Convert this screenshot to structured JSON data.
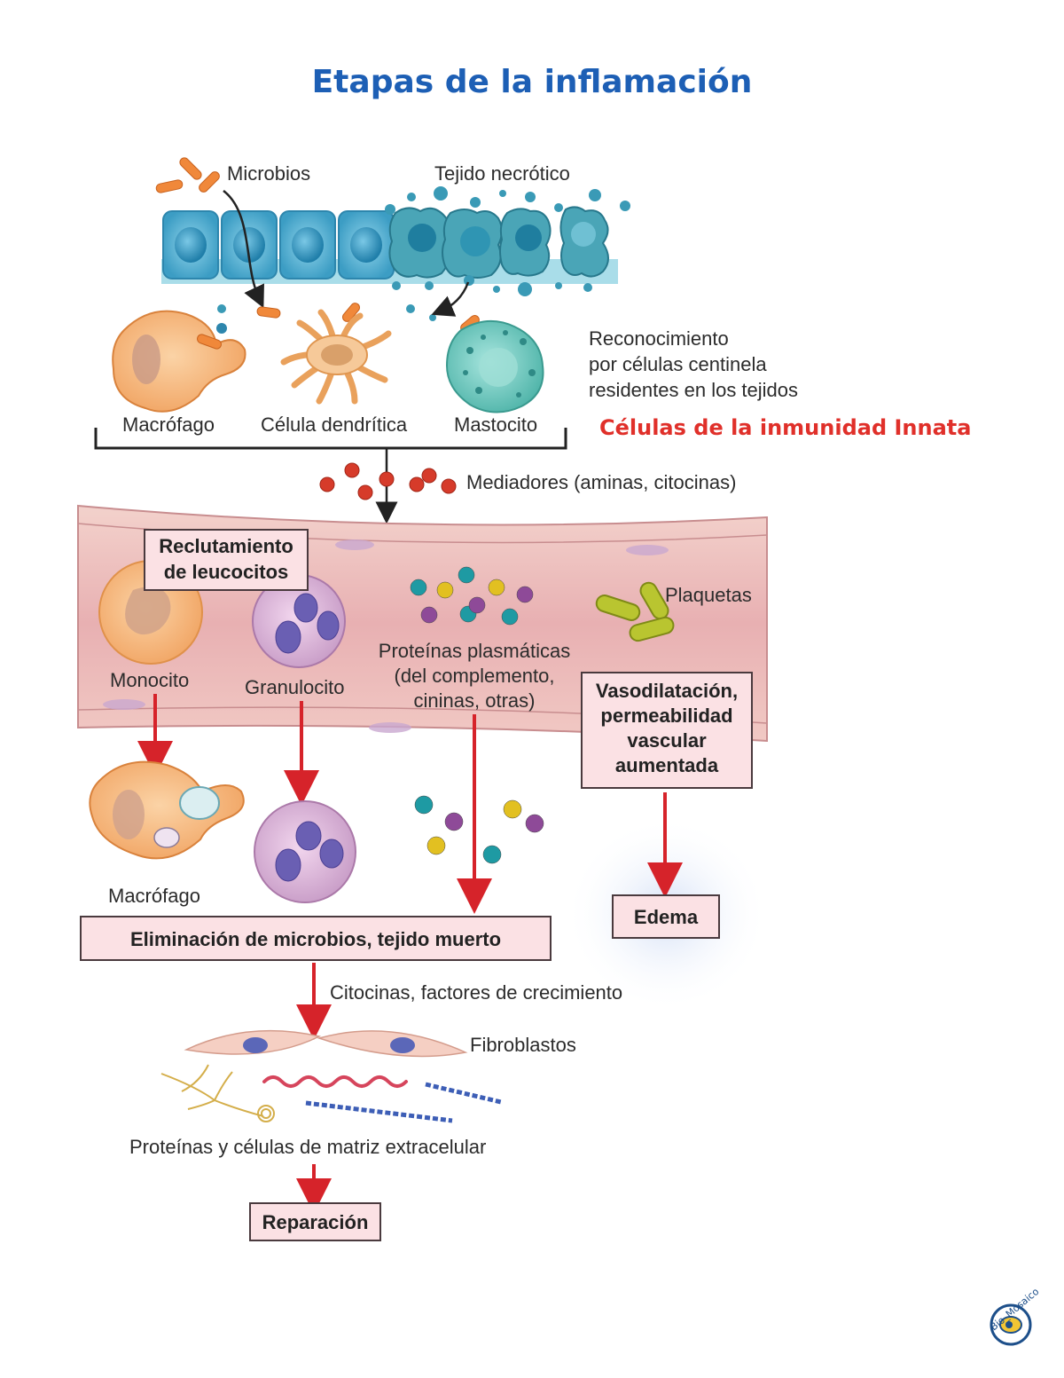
{
  "title": "Etapas de la inflamación",
  "labels": {
    "microbios": "Microbios",
    "tejido_necrotico": "Tejido necrótico",
    "macrofago": "Macrófago",
    "celula_dendritica": "Célula dendrítica",
    "mastocito": "Mastocito",
    "reconocimiento": "Reconocimiento\npor células centinela\nresidentes en los tejidos",
    "inmunidad_innata": "Células de la inmunidad Innata",
    "mediadores": "Mediadores (aminas, citocinas)",
    "reclutamiento": "Reclutamiento\nde leucocitos",
    "plaquetas": "Plaquetas",
    "monocito": "Monocito",
    "granulocito": "Granulocito",
    "proteinas_plasmaticas": "Proteínas plasmáticas\n(del complemento,\ncininas, otras)",
    "vasodilatacion": "Vasodilatación,\npermeabilidad\nvascular\naumentada",
    "macrofago2": "Macrófago",
    "eliminacion": "Eliminación de microbios, tejido muerto",
    "edema": "Edema",
    "citocinas": "Citocinas, factores de crecimiento",
    "fibroblastos": "Fibroblastos",
    "matriz": "Proteínas y células de matriz extracelular",
    "reparacion": "Reparación"
  },
  "colors": {
    "title": "#1d5fb5",
    "innata": "#e0302a",
    "arrow": "#d6232a",
    "box_fill": "#fbe1e4",
    "vessel": "#e7b7b6",
    "epithelium": "#5fb7d6"
  },
  "icons": [
    "microbe-rod-icon",
    "epithelial-cell-icon",
    "macrophage-icon",
    "dendritic-cell-icon",
    "mast-cell-icon",
    "mediator-dot-icon",
    "monocyte-icon",
    "granulocyte-icon",
    "plasma-protein-dot-icon",
    "platelet-icon",
    "fibroblast-icon",
    "collagen-fiber-icon",
    "watermark-logo-icon"
  ]
}
